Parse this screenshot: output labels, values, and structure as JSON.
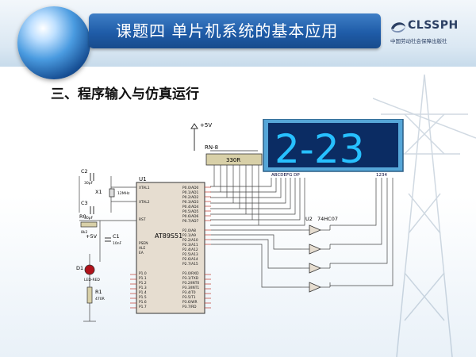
{
  "header": {
    "title": "课题四   单片机系统的基本应用",
    "logo_text": "CLSSPH",
    "logo_subtitle": "中国劳动社会保障出版社"
  },
  "section": {
    "heading": "三、程序输入与仿真运行"
  },
  "circuit": {
    "display": {
      "digits": "2-23",
      "segment_labels": "ABCDEFG DP",
      "digit_labels": "1234"
    },
    "resistor_network": {
      "name": "RN-8",
      "value": "330R"
    },
    "power": "+5V",
    "mcu": {
      "ref": "U1",
      "part": "AT89S51",
      "left_pins": [
        "XTAL1",
        "XTAL2",
        "RST",
        "PSEN",
        "ALE",
        "EA",
        "P1.0",
        "P1.1",
        "P1.2",
        "P1.3",
        "P1.4",
        "P1.5",
        "P1.6",
        "P1.7"
      ],
      "right_pins": [
        "P0.0/AD0",
        "P0.1/AD1",
        "P0.2/AD2",
        "P0.3/AD3",
        "P0.4/AD4",
        "P0.5/AD5",
        "P0.6/AD6",
        "P0.7/AD7",
        "P2.0/A8",
        "P2.1/A9",
        "P2.2/A10",
        "P2.3/A11",
        "P2.4/A12",
        "P2.5/A13",
        "P2.6/A14",
        "P2.7/A15",
        "P3.0/RXD",
        "P3.1/TXD",
        "P3.2/INT0",
        "P3.3/INT1",
        "P3.4/T0",
        "P3.5/T1",
        "P3.6/WR",
        "P3.7/RD"
      ]
    },
    "crystal": {
      "ref": "X1",
      "value": "12MHz"
    },
    "c2": {
      "ref": "C2",
      "value": "30pF"
    },
    "c3": {
      "ref": "C3",
      "value": "30pF"
    },
    "r0": {
      "ref": "R0",
      "value": "8k2"
    },
    "c1": {
      "ref": "C1",
      "value": "10nF"
    },
    "d1": {
      "ref": "D1",
      "value": "LED-RED"
    },
    "r1": {
      "ref": "R1",
      "value": "470R"
    },
    "buffer": {
      "ref": "U2",
      "part": "74HC07"
    }
  }
}
